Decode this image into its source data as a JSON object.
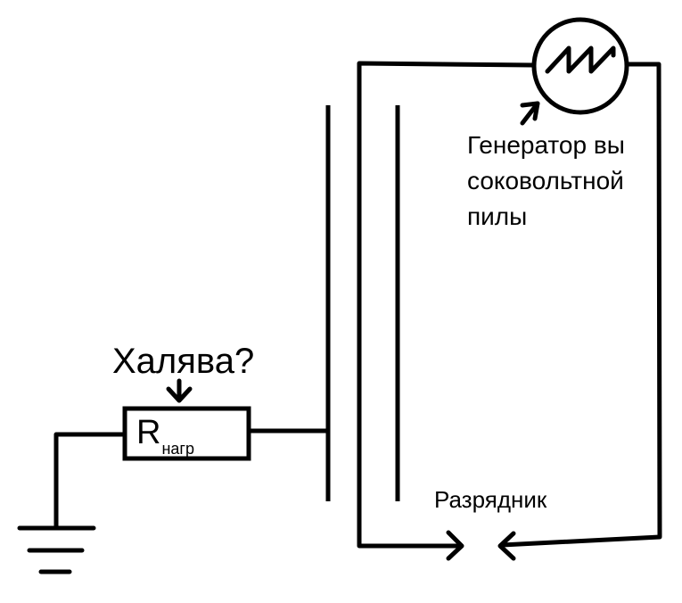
{
  "labels": {
    "generator_caption": [
      "Генератор вы",
      "соковольтной",
      "пилы"
    ],
    "freebie": "Халява?",
    "spark_gap": "Разрядник",
    "resistor_main": "R",
    "resistor_sub": "нагр"
  },
  "colors": {
    "ink": "#000000",
    "background": "#ffffff"
  }
}
